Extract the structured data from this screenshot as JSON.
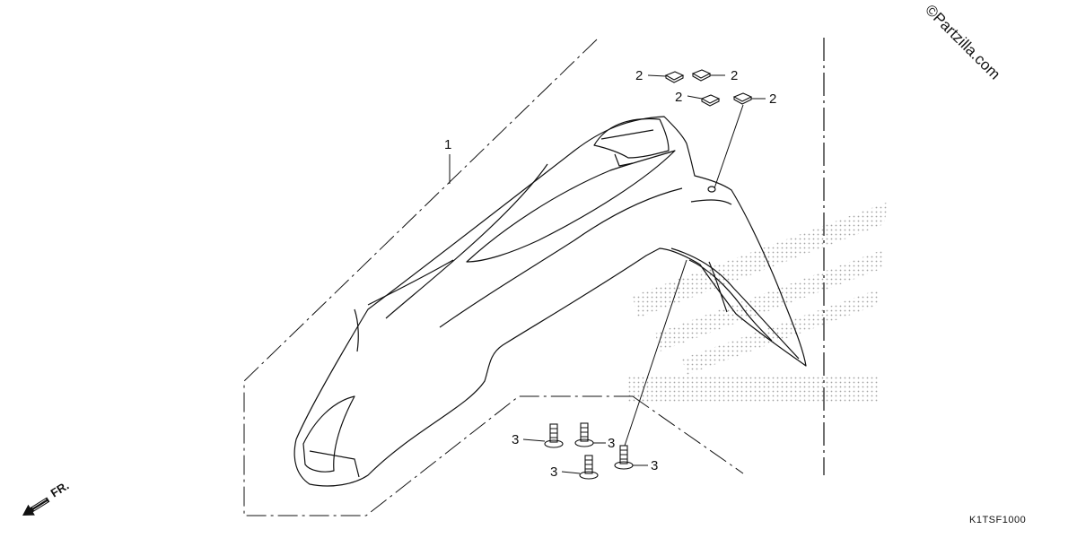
{
  "watermark": "©Partzilla.com",
  "diagram_code": "K1TSF1000",
  "direction_label": "FR.",
  "callouts": {
    "fender": "1",
    "clip": "2",
    "bolt": "3"
  },
  "colors": {
    "line": "#111111",
    "background": "#ffffff",
    "dots": "#9a9a9a"
  }
}
